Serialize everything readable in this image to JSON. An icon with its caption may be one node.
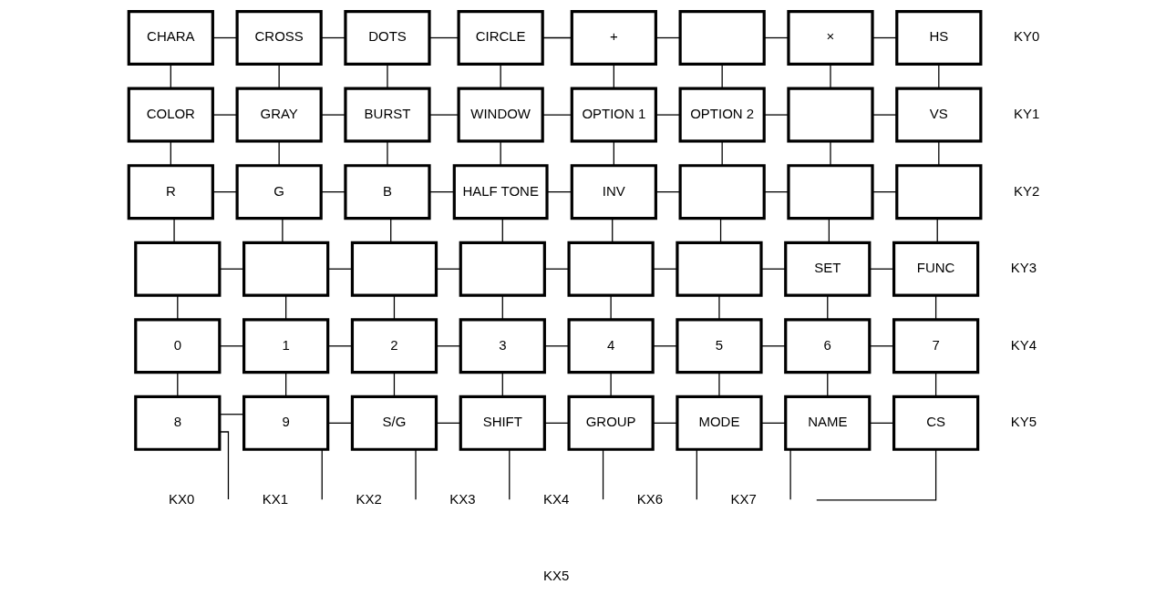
{
  "diagram": {
    "nodes": [
      {
        "text": [
          "CHARA"
        ]
      },
      {
        "text": [
          "CROSS"
        ]
      },
      {
        "text": [
          "DOTS"
        ]
      },
      {
        "text": [
          "CIRCLE"
        ]
      },
      {
        "text": [
          "+"
        ]
      },
      {
        "text": [],
        "shape": "box"
      },
      {
        "text": [
          "×"
        ]
      },
      {
        "text": [
          "HS"
        ]
      },
      {
        "text": [
          "COLOR"
        ]
      },
      {
        "text": [
          "GRAY"
        ]
      },
      {
        "text": [
          "BURST"
        ]
      },
      {
        "text": [
          "WINDOW"
        ]
      },
      {
        "text": [
          "OPTION 1"
        ]
      },
      {
        "text": [
          "OPTION 2"
        ]
      },
      {
        "text": [],
        "shape": "box"
      },
      {
        "text": [
          "VS"
        ]
      },
      {
        "text": [
          "R"
        ]
      },
      {
        "text": [
          "G"
        ]
      },
      {
        "text": [
          "B"
        ]
      },
      {
        "text": [
          "HALF TONE"
        ]
      },
      {
        "text": [
          "INV"
        ]
      },
      {
        "text": [],
        "shape": "box"
      },
      {
        "text": [],
        "shape": "box"
      },
      {
        "text": [],
        "shape": "box"
      },
      {
        "text": [],
        "shape": "box"
      },
      {
        "text": [],
        "shape": "box"
      },
      {
        "text": [],
        "shape": "box"
      },
      {
        "text": [],
        "shape": "box"
      },
      {
        "text": [],
        "shape": "box"
      },
      {
        "text": [],
        "shape": "box"
      },
      {
        "text": [
          "SET"
        ]
      },
      {
        "text": [
          "FUNC"
        ]
      },
      {
        "text": [
          "0"
        ]
      },
      {
        "text": [
          "1"
        ]
      },
      {
        "text": [
          "2"
        ]
      },
      {
        "text": [
          "3"
        ]
      },
      {
        "text": [
          "4"
        ]
      },
      {
        "text": [
          "5"
        ]
      },
      {
        "text": [
          "6"
        ]
      },
      {
        "text": [
          "7"
        ]
      },
      {
        "text": [
          "8"
        ]
      },
      {
        "text": [
          "9"
        ]
      },
      {
        "text": [
          "S/G"
        ]
      },
      {
        "text": [
          "SHIFT"
        ]
      },
      {
        "text": [
          "GROUP"
        ]
      },
      {
        "text": [
          "MODE"
        ]
      },
      {
        "text": [
          "NAME"
        ]
      },
      {
        "text": [
          "CS"
        ]
      }
    ],
    "edges": [
      {
        "from": 0,
        "to": 1,
        "arrow": "none"
      },
      {
        "from": 1,
        "to": 2,
        "arrow": "none"
      },
      {
        "from": 2,
        "to": 3,
        "arrow": "none"
      },
      {
        "from": 3,
        "to": 4,
        "arrow": "none"
      },
      {
        "from": 4,
        "to": 5,
        "arrow": "none"
      },
      {
        "from": 5,
        "to": 6,
        "arrow": "none"
      },
      {
        "from": 6,
        "to": 7,
        "arrow": "none"
      },
      {
        "from": 0,
        "to": 8,
        "arrow": "none"
      },
      {
        "from": 1,
        "to": 9,
        "arrow": "none"
      },
      {
        "from": 2,
        "to": 10,
        "arrow": "none"
      },
      {
        "from": 3,
        "to": 11,
        "arrow": "none"
      },
      {
        "from": 4,
        "to": 12,
        "arrow": "none"
      },
      {
        "from": 5,
        "to": 13,
        "arrow": "none"
      },
      {
        "from": 6,
        "to": 14,
        "arrow": "none"
      },
      {
        "from": 7,
        "to": 15,
        "arrow": "none"
      },
      {
        "from": 8,
        "to": 9,
        "arrow": "none"
      },
      {
        "from": 9,
        "to": 10,
        "arrow": "none"
      },
      {
        "from": 10,
        "to": 11,
        "arrow": "none"
      },
      {
        "from": 11,
        "to": 12,
        "arrow": "none"
      },
      {
        "from": 12,
        "to": 13,
        "arrow": "none"
      },
      {
        "from": 13,
        "to": 14,
        "arrow": "none"
      },
      {
        "from": 14,
        "to": 15,
        "arrow": "none"
      },
      {
        "from": 8,
        "to": 16,
        "arrow": "none"
      },
      {
        "from": 9,
        "to": 17,
        "arrow": "none"
      },
      {
        "from": 10,
        "to": 18,
        "arrow": "none"
      },
      {
        "from": 11,
        "to": 19,
        "arrow": "none"
      },
      {
        "from": 12,
        "to": 20,
        "arrow": "none"
      },
      {
        "from": 13,
        "to": 21,
        "arrow": "none"
      },
      {
        "from": 14,
        "to": 22,
        "arrow": "none"
      },
      {
        "from": 15,
        "to": 23,
        "arrow": "none"
      },
      {
        "from": 16,
        "to": 17,
        "arrow": "none"
      },
      {
        "from": 17,
        "to": 18,
        "arrow": "none"
      },
      {
        "from": 18,
        "to": 19,
        "arrow": "none"
      },
      {
        "from": 19,
        "to": 20,
        "arrow": "none"
      },
      {
        "from": 20,
        "to": 21,
        "arrow": "none"
      },
      {
        "from": 21,
        "to": 22,
        "arrow": "none"
      },
      {
        "from": 22,
        "to": 23,
        "arrow": "none"
      },
      {
        "from": 16,
        "to": 24,
        "arrow": "none"
      },
      {
        "from": 17,
        "to": 25,
        "arrow": "none"
      },
      {
        "from": 18,
        "to": 26,
        "arrow": "none"
      },
      {
        "from": 19,
        "to": 27,
        "arrow": "none"
      },
      {
        "from": 20,
        "to": 28,
        "arrow": "none"
      },
      {
        "from": 21,
        "to": 29,
        "arrow": "none"
      },
      {
        "from": 22,
        "to": 30,
        "arrow": "none"
      },
      {
        "from": 23,
        "to": 31,
        "arrow": "none"
      },
      {
        "from": 24,
        "to": 25,
        "arrow": "none"
      },
      {
        "from": 25,
        "to": 26,
        "arrow": "none"
      },
      {
        "from": 26,
        "to": 27,
        "arrow": "none"
      },
      {
        "from": 27,
        "to": 28,
        "arrow": "none"
      },
      {
        "from": 28,
        "to": 29,
        "arrow": "none"
      },
      {
        "from": 29,
        "to": 30,
        "arrow": "none"
      },
      {
        "from": 30,
        "to": 31,
        "arrow": "none"
      },
      {
        "from": 24,
        "to": 32,
        "arrow": "none"
      },
      {
        "from": 25,
        "to": 33,
        "arrow": "none"
      },
      {
        "from": 26,
        "to": 34,
        "arrow": "none"
      },
      {
        "from": 27,
        "to": 35,
        "arrow": "none"
      },
      {
        "from": 28,
        "to": 36,
        "arrow": "none"
      },
      {
        "from": 29,
        "to": 37,
        "arrow": "none"
      },
      {
        "from": 30,
        "to": 38,
        "arrow": "none"
      },
      {
        "from": 31,
        "to": 39,
        "arrow": "none"
      },
      {
        "from": 32,
        "to": 33,
        "arrow": "none"
      },
      {
        "from": 33,
        "to": 34,
        "arrow": "none"
      },
      {
        "from": 34,
        "to": 35,
        "arrow": "none"
      },
      {
        "from": 35,
        "to": 36,
        "arrow": "none"
      },
      {
        "from": 36,
        "to": 37,
        "arrow": "none"
      },
      {
        "from": 37,
        "to": 38,
        "arrow": "none"
      },
      {
        "from": 38,
        "to": 39,
        "arrow": "none"
      },
      {
        "from": 32,
        "to": 40,
        "arrow": "none"
      },
      {
        "from": 33,
        "to": 41,
        "arrow": "none"
      },
      {
        "from": 34,
        "to": 42,
        "arrow": "none"
      },
      {
        "from": 35,
        "to": 43,
        "arrow": "none"
      },
      {
        "from": 36,
        "to": 44,
        "arrow": "none"
      },
      {
        "from": 37,
        "to": 45,
        "arrow": "none"
      },
      {
        "from": 38,
        "to": 46,
        "arrow": "none"
      },
      {
        "from": 39,
        "to": 47,
        "arrow": "none"
      },
      {
        "from": 40,
        "to": 41,
        "arrow": "none"
      },
      {
        "from": 41,
        "to": 42,
        "arrow": "none"
      },
      {
        "from": 42,
        "to": 43,
        "arrow": "none"
      },
      {
        "from": 43,
        "to": 44,
        "arrow": "none"
      },
      {
        "from": 44,
        "to": 45,
        "arrow": "none"
      },
      {
        "from": 45,
        "to": 46,
        "arrow": "none"
      },
      {
        "from": 46,
        "to": 47,
        "arrow": "none"
      },
      {
        "from": 40,
        "to": null,
        "arrow": "none"
      },
      {
        "from": 41,
        "to": null,
        "arrow": "none"
      },
      {
        "from": 42,
        "to": null,
        "arrow": "none"
      },
      {
        "from": 43,
        "to": null,
        "arrow": "none"
      },
      {
        "from": 44,
        "to": null,
        "arrow": "none"
      },
      {
        "from": 45,
        "to": null,
        "arrow": "none"
      },
      {
        "from": 46,
        "to": null,
        "arrow": "none"
      },
      {
        "from": 47,
        "to": null,
        "arrow": "none"
      }
    ],
    "labels": [
      "KY0",
      "KY1",
      "KY2",
      "KY3",
      "KY4",
      "KY5",
      "KX0",
      "KX1",
      "KX2",
      "KX3",
      "KX4",
      "KX6",
      "KX7",
      "KX5"
    ]
  }
}
